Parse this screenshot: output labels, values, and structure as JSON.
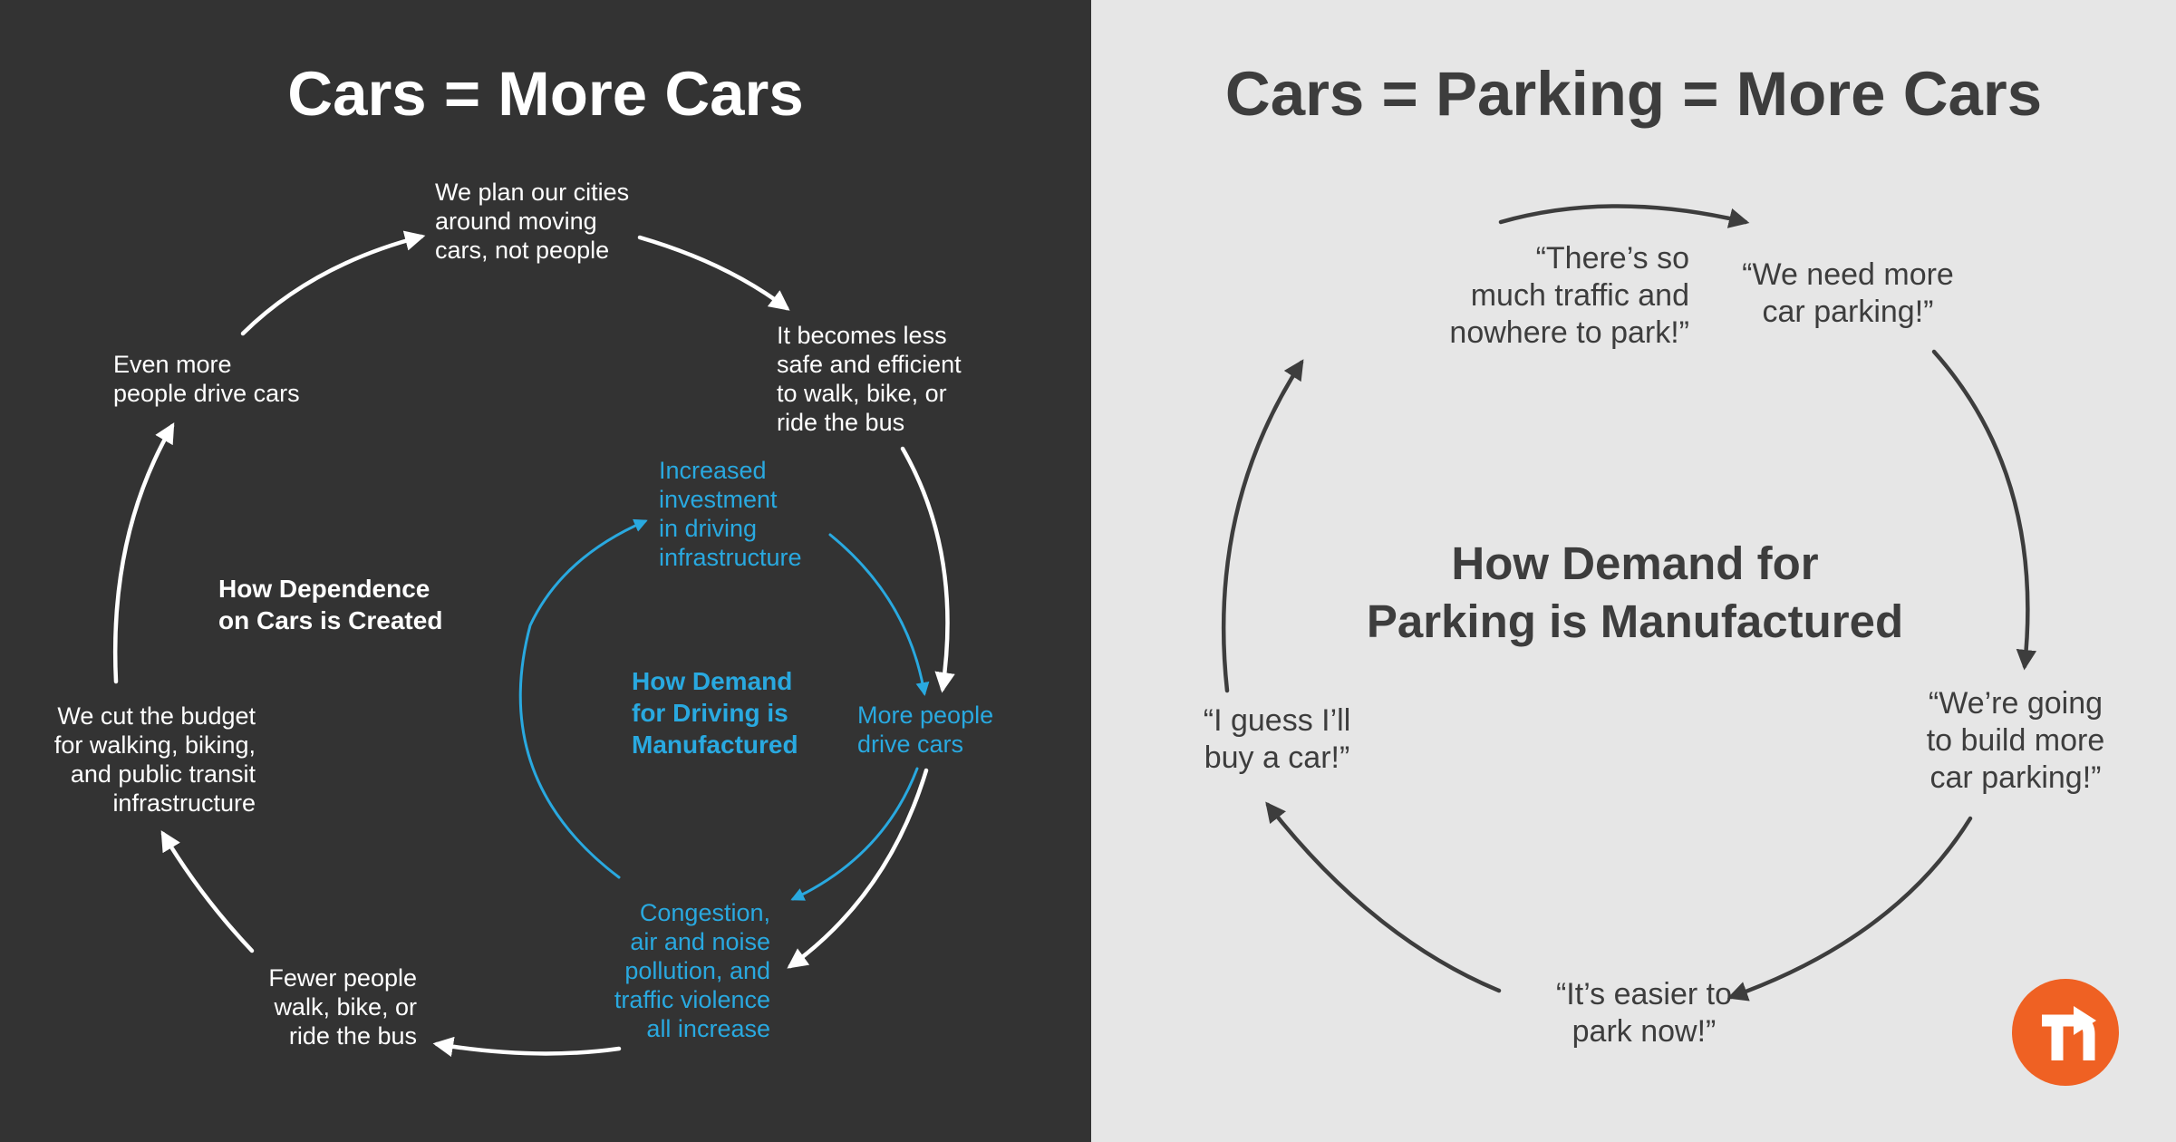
{
  "left": {
    "title": "Cars = More Cars",
    "outer_cycle_title": "How Dependence\non Cars is Created",
    "outer_nodes": {
      "plan_cities": "We plan our cities\naround moving\ncars, not people",
      "less_safe": "It becomes less\nsafe and efficient\nto walk, bike, or\nride the bus",
      "more_people_drive": "More people\ndrive cars",
      "fewer_people": "Fewer people\nwalk, bike, or\nride the bus",
      "cut_budget": "We cut the budget\nfor walking, biking,\nand public transit\ninfrastructure",
      "even_more": "Even more\npeople drive cars"
    },
    "inner_cycle_title": "How Demand\nfor Driving is\nManufactured",
    "inner_nodes": {
      "investment": "Increased\ninvestment\nin driving\ninfrastructure",
      "congestion": "Congestion,\nair and noise\npollution, and\ntraffic violence\nall increase"
    },
    "colors": {
      "background": "#333333",
      "outer": "#ffffff",
      "inner": "#29a9e0"
    }
  },
  "right": {
    "title": "Cars = Parking = More Cars",
    "cycle_title": "How Demand for\nParking is Manufactured",
    "nodes": {
      "traffic": "“There’s so\nmuch traffic and\nnowhere to park!”",
      "need_parking": "“We need more\ncar parking!”",
      "build_parking": "“We’re going\nto build more\ncar parking!”",
      "easier": "“It’s easier to\npark now!”",
      "buy_car": "“I guess I’ll\nbuy a car!”"
    },
    "colors": {
      "background": "#e6e6e6",
      "arrows": "#3d3d3d",
      "logo": "#ef6123"
    },
    "logo_icon": "turn-arrow-logo-icon"
  }
}
